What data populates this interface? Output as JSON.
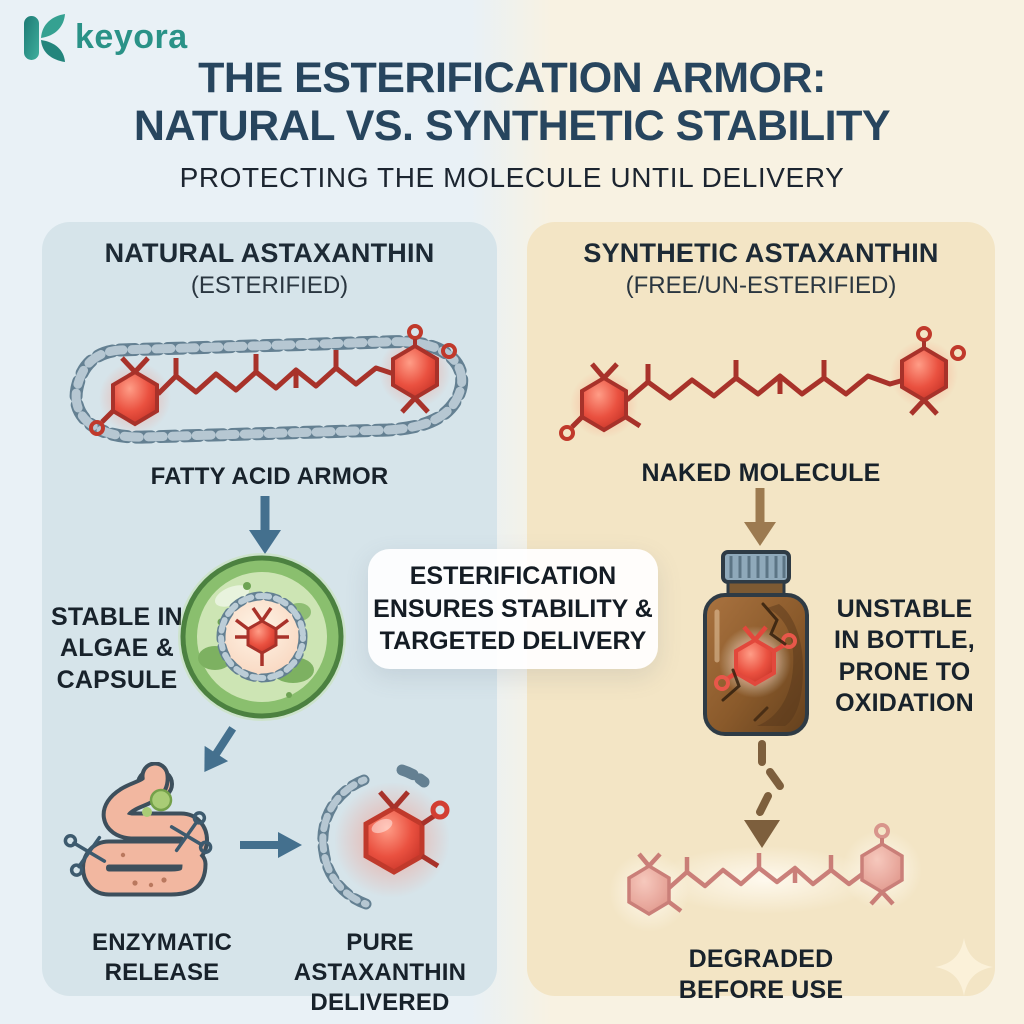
{
  "brand": {
    "name": "keyora"
  },
  "header": {
    "title_line1": "THE ESTERIFICATION ARMOR:",
    "title_line2": "NATURAL VS. SYNTHETIC STABILITY",
    "subtitle": "PROTECTING THE MOLECULE UNTIL DELIVERY"
  },
  "center_callout": {
    "lines": [
      "ESTERIFICATION",
      "ENSURES STABILITY &",
      "TARGETED DELIVERY"
    ]
  },
  "left_panel": {
    "title": "NATURAL ASTAXANTHIN",
    "subtitle": "(ESTERIFIED)",
    "fatty_acid_label": "FATTY ACID ARMOR",
    "stable_lines": [
      "STABLE IN",
      "ALGAE &",
      "CAPSULE"
    ],
    "enzymatic_lines": [
      "ENZYMATIC",
      "RELEASE"
    ],
    "delivered_lines": [
      "PURE ASTAXANTHIN",
      "DELIVERED"
    ]
  },
  "right_panel": {
    "title": "SYNTHETIC ASTAXANTHIN",
    "subtitle": "(FREE/UN-ESTERIFIED)",
    "naked_label": "NAKED MOLECULE",
    "unstable_lines": [
      "UNSTABLE",
      "IN BOTTLE,",
      "PRONE TO",
      "OXIDATION"
    ],
    "degraded_lines": [
      "DEGRADED",
      "BEFORE USE"
    ]
  },
  "icons": {
    "logo": "keyora-leaf-k-icon",
    "left_illustrations": [
      "chain-armored-molecule",
      "down-arrow",
      "algae-cell-with-encapsulated-molecule",
      "diagonal-arrow",
      "intestine-with-scissors",
      "right-arrow",
      "released-molecule-with-broken-chain"
    ],
    "right_illustrations": [
      "naked-molecule",
      "down-arrow",
      "cracked-amber-bottle-with-molecule",
      "broken-dashed-arrow",
      "degraded-faded-molecule",
      "sparkle"
    ]
  },
  "colors": {
    "brand_teal": "#2a9287",
    "title_navy": "#27455e",
    "page_left_bg": "#e9f1f6",
    "page_right_bg": "#f8f2e2",
    "left_panel_bg": "#d6e4ea",
    "right_panel_bg": "#f3e5c5",
    "arrow_blue": "#44708e",
    "arrow_brown": "#9c7a50",
    "molecule_red": "#b5342c",
    "chain_gray": "#648092",
    "cell_green": "#6da55a",
    "bottle_brown": "#8b5a2b",
    "degraded_pink": "#c4706c"
  }
}
